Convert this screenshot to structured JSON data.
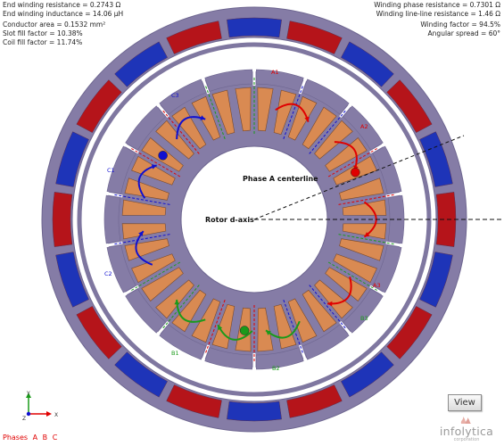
{
  "info_left": {
    "end_winding_resistance": "End winding resistance = 0.2743 Ω",
    "end_winding_inductance": "End winding inductance = 14.06 µH",
    "conductor_area": "Conductor area = 0.1532 mm²",
    "slot_fill_factor": "Slot fill factor = 10.38%",
    "coil_fill_factor": "Coil fill factor = 11.74%"
  },
  "info_right": {
    "winding_phase_resistance": "Winding phase resistance = 0.7301 Ω",
    "winding_line_resistance": "Winding line-line resistance = 1.46 Ω",
    "winding_factor": "Winding factor = 94.5%",
    "angular_spread": "Angular spread = 60°"
  },
  "labels": {
    "phase_a_centerline": "Phase A centerline",
    "rotor_d_axis": "Rotor d-axis"
  },
  "coil_labels": [
    "A1",
    "A2",
    "A3",
    "C1",
    "C2",
    "C3",
    "B1",
    "B2",
    "B3"
  ],
  "axis_labels": {
    "x": "X",
    "y": "Y",
    "z": "Z"
  },
  "legend": {
    "prefix": "Phases",
    "phases": [
      {
        "name": "A",
        "color": "#e00000"
      },
      {
        "name": "B",
        "color": "#1a9a1a"
      },
      {
        "name": "C",
        "color": "#1010d0"
      }
    ]
  },
  "view_button": "View",
  "logo": {
    "name": "infolytica",
    "sub": "corporation"
  },
  "colors": {
    "stator": "#857ca6",
    "tooth_coil": "#d98a52",
    "magnet_red": "#b5141a",
    "magnet_blue": "#1e34b8",
    "phase_a": "#e00000",
    "phase_b": "#1a9a1a",
    "phase_c": "#1010d0"
  }
}
